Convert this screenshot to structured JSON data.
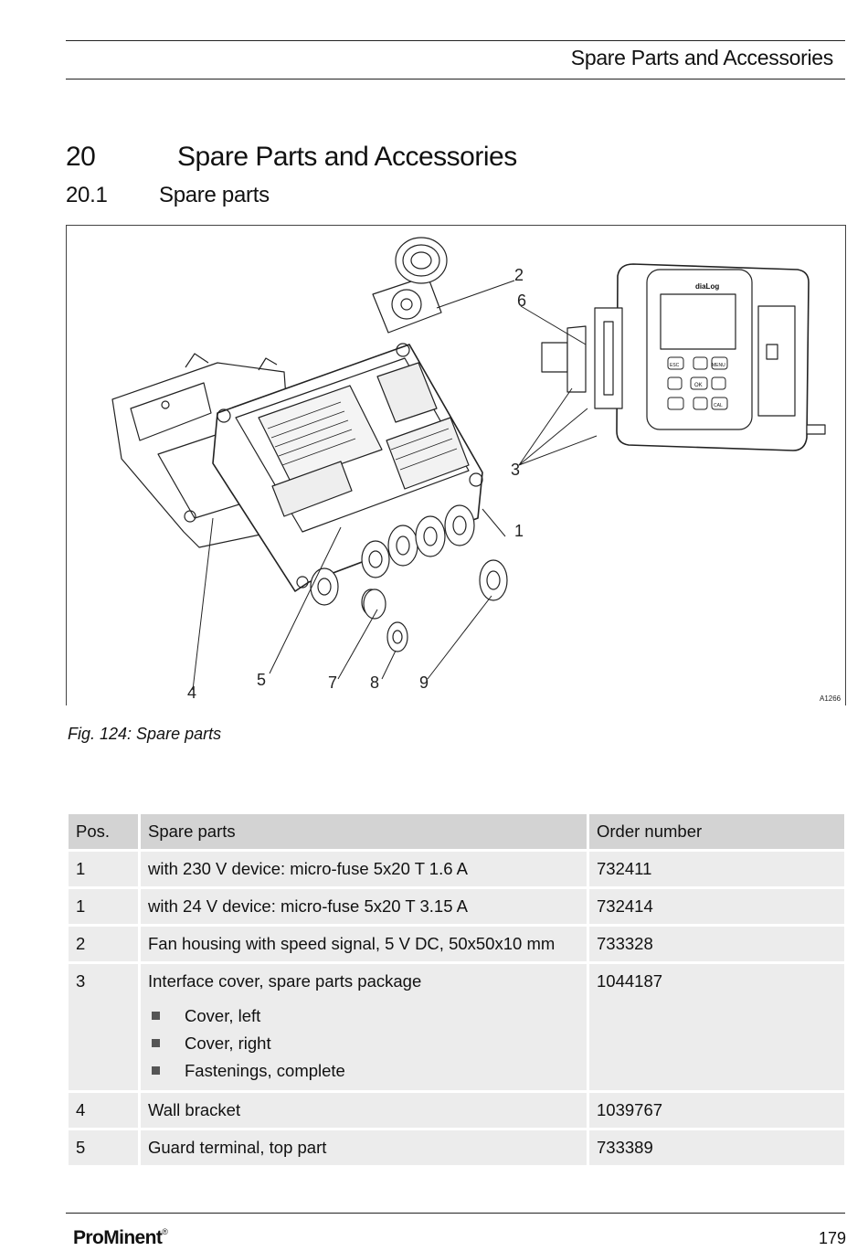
{
  "header": {
    "running_title": "Spare Parts and Accessories"
  },
  "chapter": {
    "number": "20",
    "title": "Spare Parts and Accessories"
  },
  "section": {
    "number": "20.1",
    "title": "Spare parts"
  },
  "figure": {
    "callouts": [
      "1",
      "2",
      "3",
      "4",
      "5",
      "6",
      "7",
      "8",
      "9"
    ],
    "device_label": "diaLog",
    "keys": [
      "ESC",
      "MENU",
      "OK",
      "CAL"
    ],
    "figure_id": "A1266",
    "caption": "Fig. 124: Spare parts"
  },
  "table": {
    "headers": [
      "Pos.",
      "Spare parts",
      "Order number"
    ],
    "rows": [
      {
        "pos": "1",
        "desc": "with 230 V device: micro-fuse 5x20 T 1.6 A",
        "order": "732411"
      },
      {
        "pos": "1",
        "desc": "with 24 V device: micro-fuse 5x20 T 3.15 A",
        "order": "732414"
      },
      {
        "pos": "2",
        "desc": "Fan housing with speed signal, 5 V DC, 50x50x10 mm",
        "order": "733328"
      },
      {
        "pos": "3",
        "desc": "Interface cover, spare parts package",
        "order": "1044187",
        "items": [
          "Cover, left",
          "Cover, right",
          "Fastenings, complete"
        ]
      },
      {
        "pos": "4",
        "desc": "Wall bracket",
        "order": "1039767"
      },
      {
        "pos": "5",
        "desc": "Guard terminal, top part",
        "order": "733389"
      }
    ]
  },
  "footer": {
    "brand": "ProMinent",
    "registered": "®",
    "page_number": "179"
  }
}
